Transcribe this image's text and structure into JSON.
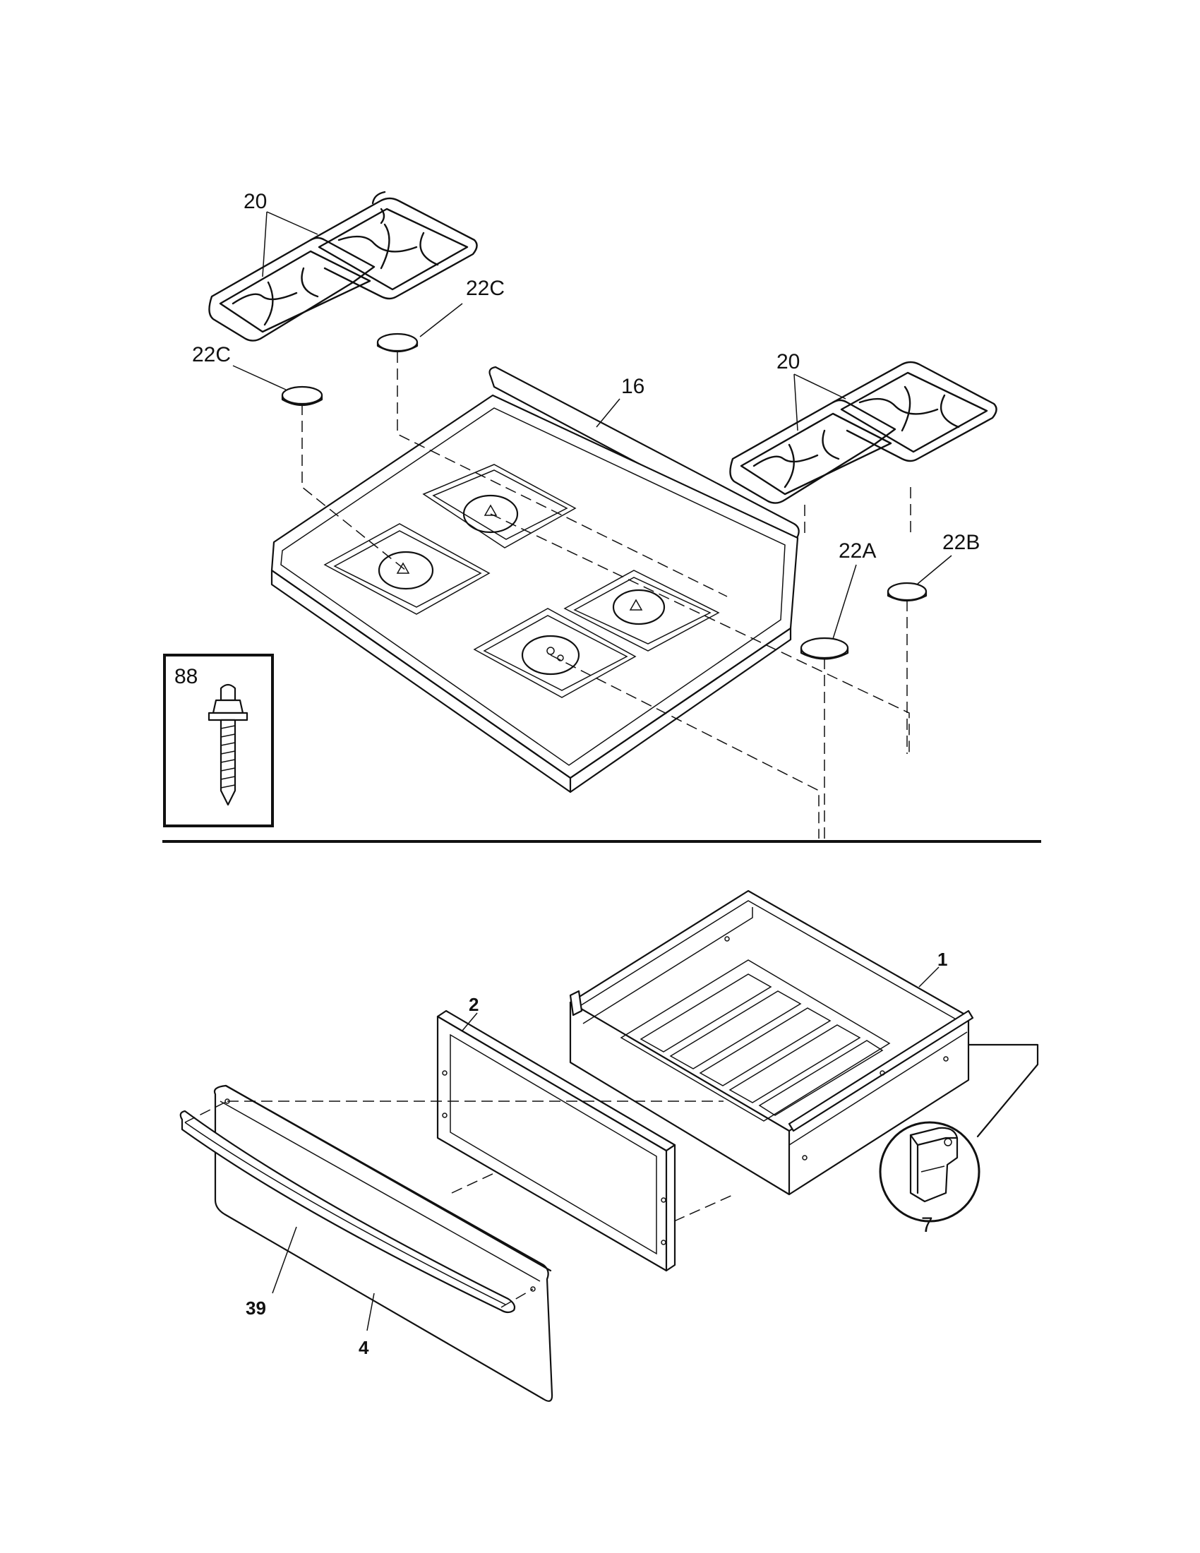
{
  "callouts": {
    "grate_left": "20",
    "grate_right": "20",
    "cap_left_upper": "22C",
    "cap_left_lower": "22C",
    "cooktop": "16",
    "cap_22a": "22A",
    "cap_22b": "22B",
    "screw": "88",
    "drawer_body": "1",
    "drawer_frame": "2",
    "clip": "7",
    "handle": "39",
    "drawer_front": "4"
  }
}
